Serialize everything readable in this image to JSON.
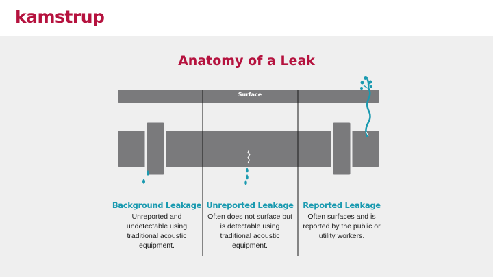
{
  "brand": {
    "logo_text": "kamstrup",
    "color": "#b5123e"
  },
  "slide": {
    "title": "Anatomy of a Leak",
    "surface_label": "Surface"
  },
  "columns": [
    {
      "heading": "Background Leakage",
      "description": "Unreported and undetectable using traditional acoustic equipment."
    },
    {
      "heading": "Unreported Leakage",
      "description": "Often does not surface but is detectable using traditional acoustic equipment."
    },
    {
      "heading": "Reported Leakage",
      "description": "Often surfaces and is reported by the public or utility workers."
    }
  ],
  "colors": {
    "pipe": "#7a7a7c",
    "water": "#1a9ab0",
    "background": "#efefef",
    "divider": "#1a1a1a"
  }
}
